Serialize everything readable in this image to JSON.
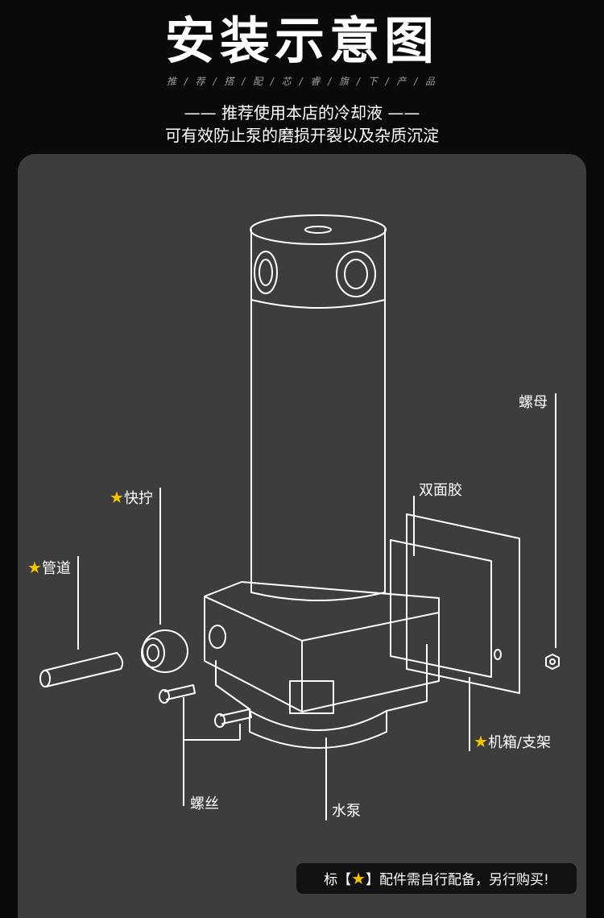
{
  "header": {
    "title": "安装示意图",
    "subtitle": "推 / 荐 / 搭 / 配 / 芯 / 睿 / 旗 / 下 / 产 / 品",
    "line1": "—— 推荐使用本店的冷却液 ——",
    "line2": "可有效防止泵的磨损开裂以及杂质沉淀"
  },
  "labels": {
    "nut": "螺母",
    "tape": "双面胶",
    "fitting": "快拧",
    "tube": "管道",
    "screw": "螺丝",
    "pump": "水泵",
    "chassis": "机箱/支架",
    "star": "★"
  },
  "footer": {
    "prefix": "标【",
    "star": "★",
    "suffix": "】配件需自行配备，另行购买!"
  },
  "colors": {
    "background": "#0a0a0a",
    "panel": "#3d3d3d",
    "star": "#f5c400",
    "line": "#ffffff"
  }
}
